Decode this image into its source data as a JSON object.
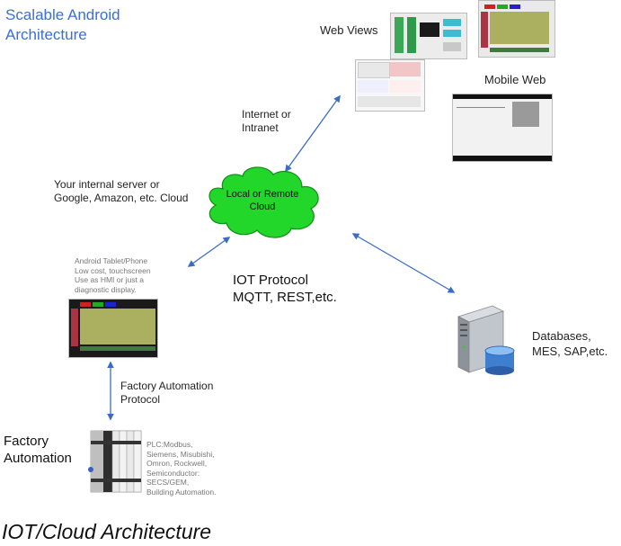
{
  "title": "Scalable Android\nArchitecture",
  "labels": {
    "web_views": "Web Views",
    "mobile_web": "Mobile Web",
    "internet": "Internet or\nIntranet",
    "server": "Your internal server or\nGoogle, Amazon, etc. Cloud",
    "cloud": "Local or Remote\nCloud",
    "android": "Android Tablet/Phone\nLow cost, touchscreen\nUse as HMI or just a\ndiagnostic display.",
    "iot_protocol": "IOT Protocol\nMQTT, REST,etc.",
    "databases": "Databases,\nMES, SAP,etc.",
    "factory_protocol": "Factory Automation\nProtocol",
    "factory": "Factory\nAutomation",
    "plc": "PLC:Modbus,\nSiemens, Misubishi,\nOmron, Rockwell,\nSemiconductor:\nSECS/GEM,\nBuilding Automation."
  },
  "caption": "IOT/Cloud Architecture",
  "colors": {
    "title": "#3a6fd8",
    "cloud_fill": "#22d62a",
    "arrow": "#3b6cc4",
    "chart_panel": "#aab060"
  },
  "icons": [
    "cloud-icon",
    "database-server-icon",
    "plc-rack-icon"
  ]
}
